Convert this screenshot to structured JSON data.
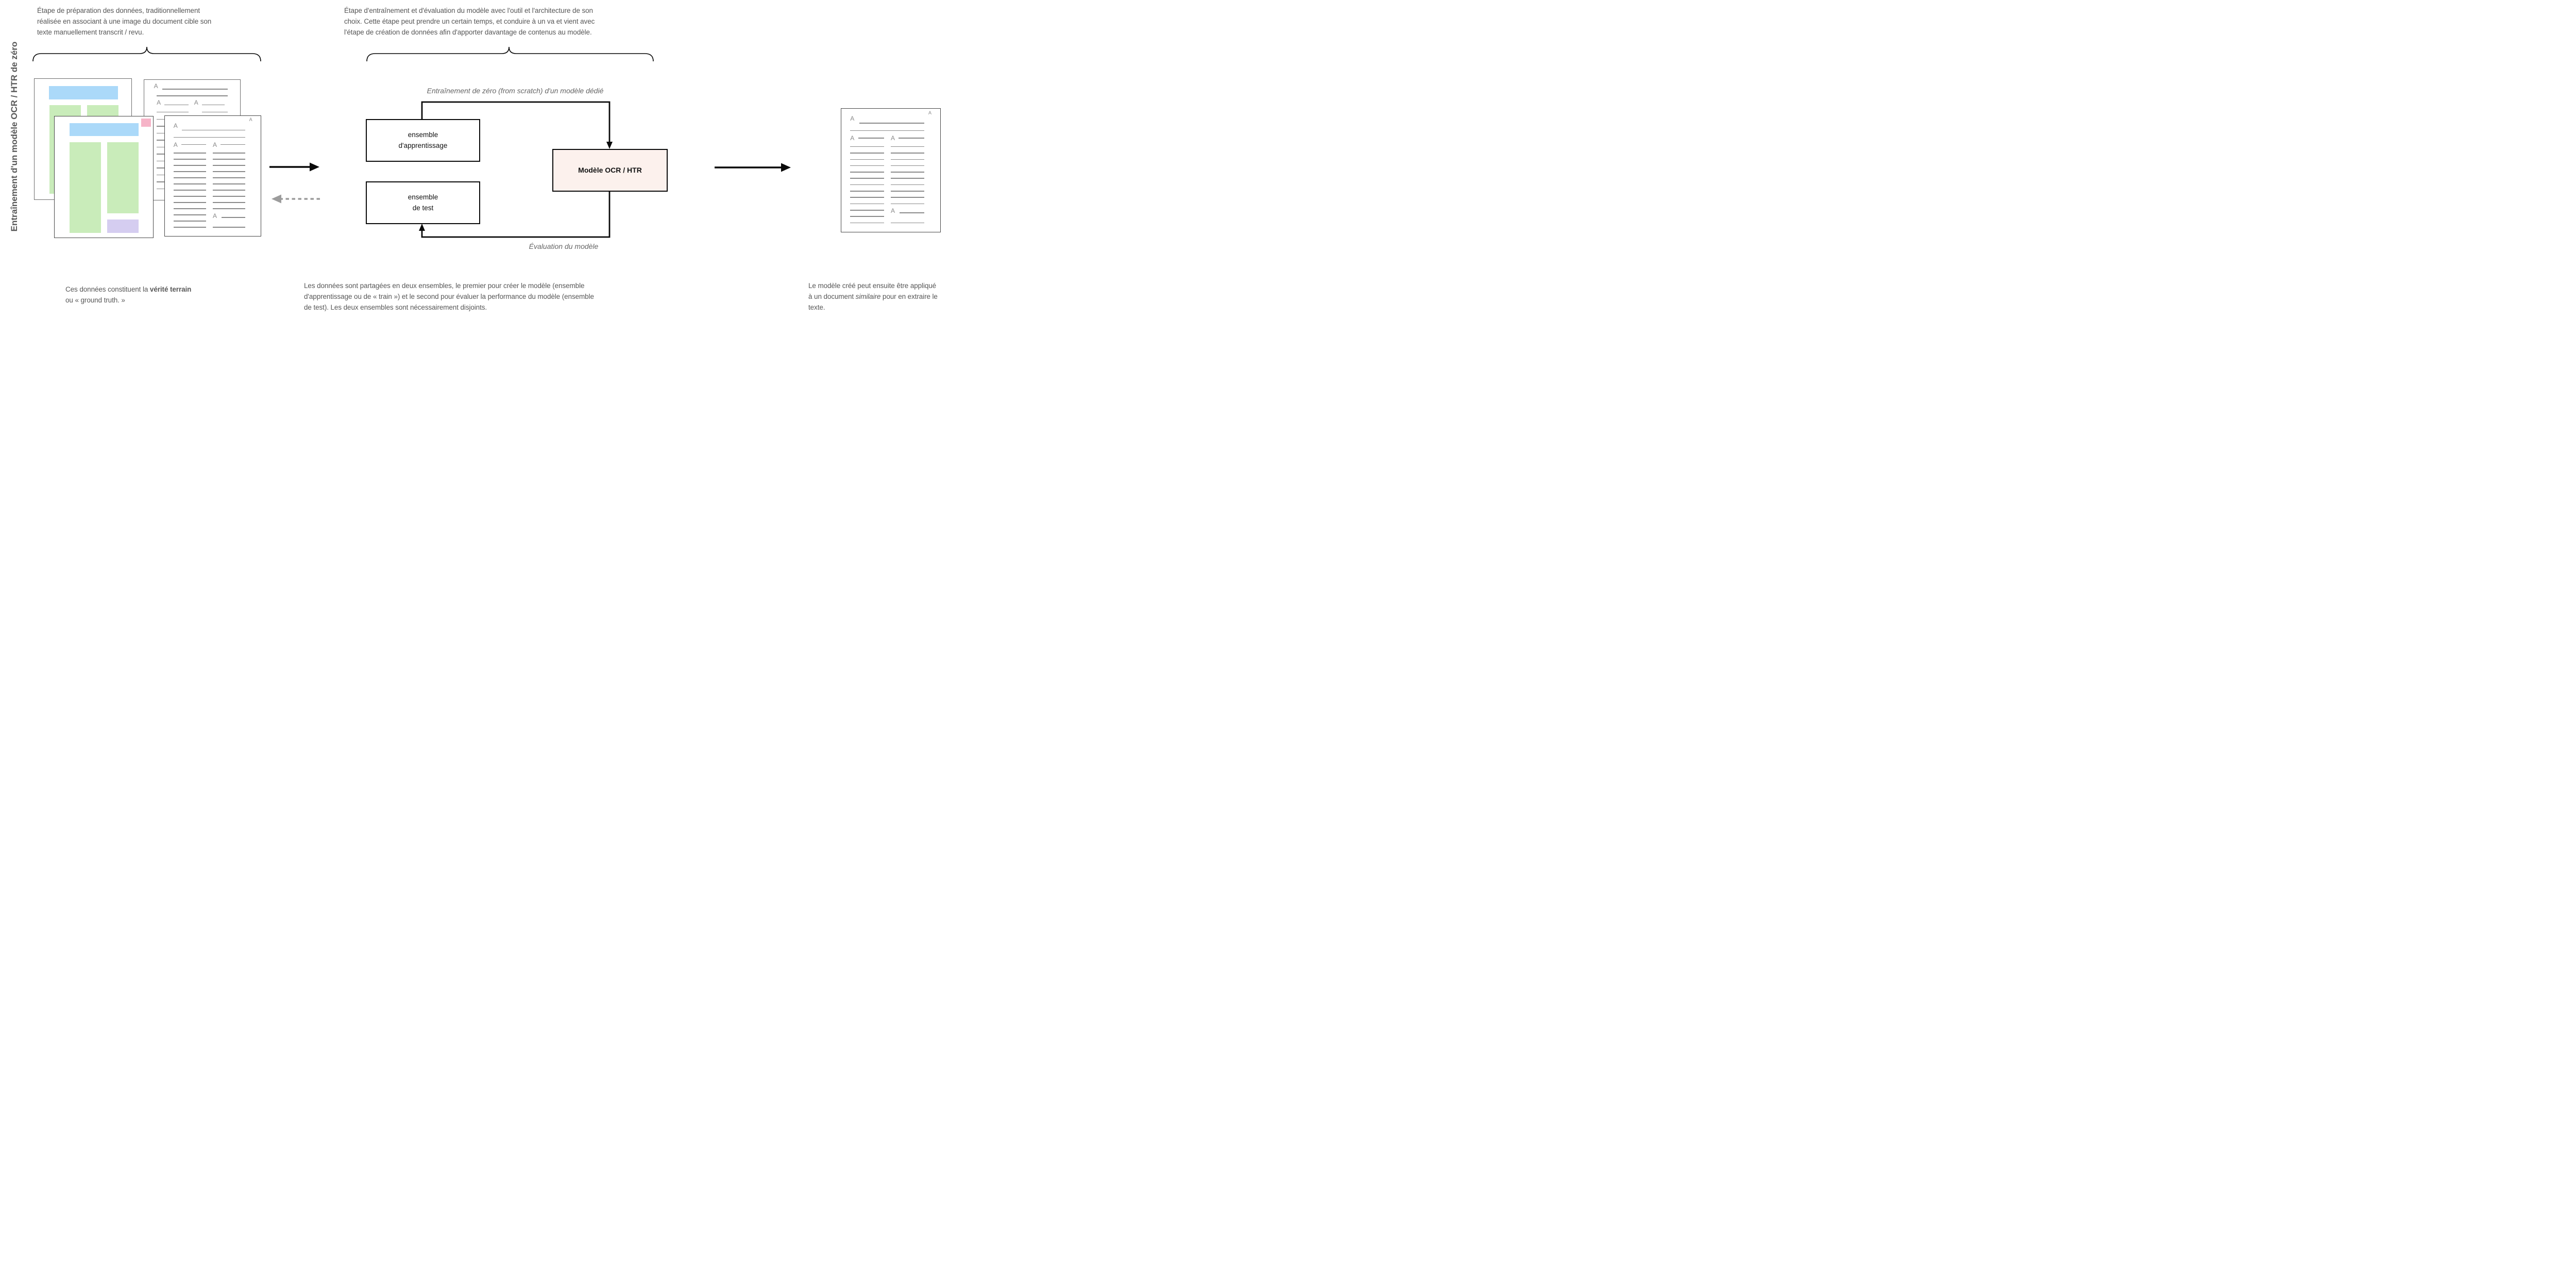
{
  "title_vertical": "Entraînement d'un modèle OCR / HTR de zéro",
  "top_notes": {
    "data_prep": [
      "Étape de préparation des données, traditionnellement",
      "réalisée en associant à une image du document cible son",
      "texte manuellement transcrit / revu."
    ],
    "training": [
      "Étape d'entraînement et d'évaluation du modèle avec l'outil et l'architecture de son",
      "choix. Cette étape peut prendre un certain temps, et conduire à un va et vient avec",
      "l'étape de création de données afin d'apporter davantage de contenus au modèle."
    ]
  },
  "flowchart": {
    "training_set_label": [
      "ensemble",
      "d'apprentissage"
    ],
    "test_set_label": [
      "ensemble",
      "de test"
    ],
    "model_label": "Modèle OCR / HTR",
    "train_arrow_label": "Entraînement de zéro (from scratch) d'un modèle dédié",
    "eval_arrow_label": "Évaluation du modèle",
    "model_box_bg": "#fcf1ed"
  },
  "bottom_notes": {
    "ground_truth": {
      "segments": [
        {
          "t": "Ces données constituent la "
        },
        {
          "t": "vérité terrain",
          "b": true
        },
        {
          "t": "\nou « ground truth. »"
        }
      ]
    },
    "split": [
      "Les données sont partagées en deux ensembles, le premier pour créer le modèle (ensemble",
      "d'apprentissage ou de « train ») et le second pour évaluer la performance du modèle (ensemble",
      "de test). Les deux ensembles sont nécessairement disjoints."
    ],
    "apply": {
      "segments": [
        {
          "t": "Le modèle créé peut ensuite être appliqué\nà un document "
        },
        {
          "t": "similaire",
          "i": true
        },
        {
          "t": " pour en extraire le\ntexte."
        }
      ]
    }
  },
  "illustrations": {
    "placeholder_letter": "A",
    "colors": {
      "blue": "#abd9f9",
      "green": "#c9ecba",
      "pink": "#f6b4c8",
      "purple": "#d5cdf0",
      "line": "#8a8a8a"
    },
    "transcript_page": {
      "left_column_lines": 13,
      "right_column_lines": 10
    },
    "back_transcript_page": {
      "body_lines": 11
    }
  }
}
